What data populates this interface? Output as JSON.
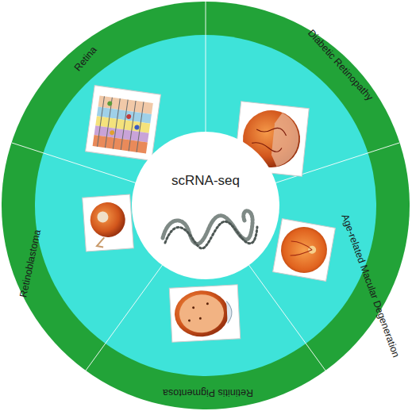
{
  "diagram": {
    "nodes": [
      {
        "text": [
          "scRNA-seq"
        ]
      },
      {
        "text": [
          "Retina"
        ]
      },
      {
        "text": [
          "Diabetic Retinopathy"
        ]
      },
      {
        "text": [
          "Age-related Macular Degeneration"
        ]
      },
      {
        "text": [
          "Retinitis Pigmentosa"
        ]
      },
      {
        "text": [
          "Retinoblastoma"
        ]
      }
    ]
  }
}
